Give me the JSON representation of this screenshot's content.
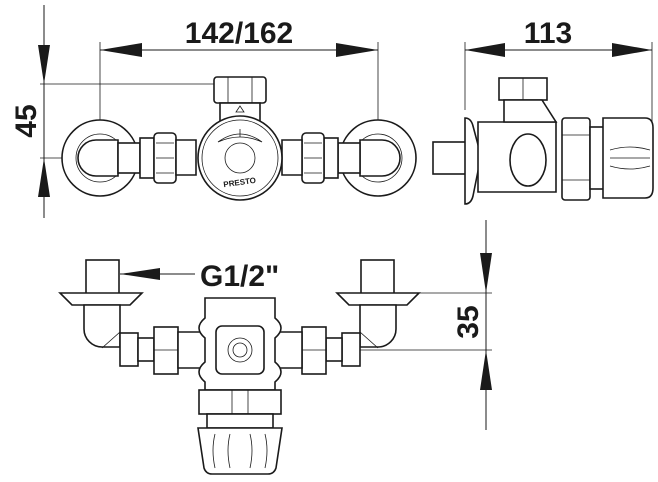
{
  "drawing": {
    "type": "technical dimension drawing",
    "subject": "thermostatic mixing valve",
    "colors": {
      "line": "#1a1a1a",
      "background": "#ffffff"
    },
    "views": {
      "front": {
        "dimensions": {
          "width_label": "142/162",
          "height_label": "45"
        },
        "brand_mark": "PRESTO"
      },
      "side": {
        "dimensions": {
          "depth_label": "113"
        }
      },
      "top": {
        "dimensions": {
          "offset_label": "35"
        },
        "thread_label": "G1/2\""
      }
    }
  }
}
